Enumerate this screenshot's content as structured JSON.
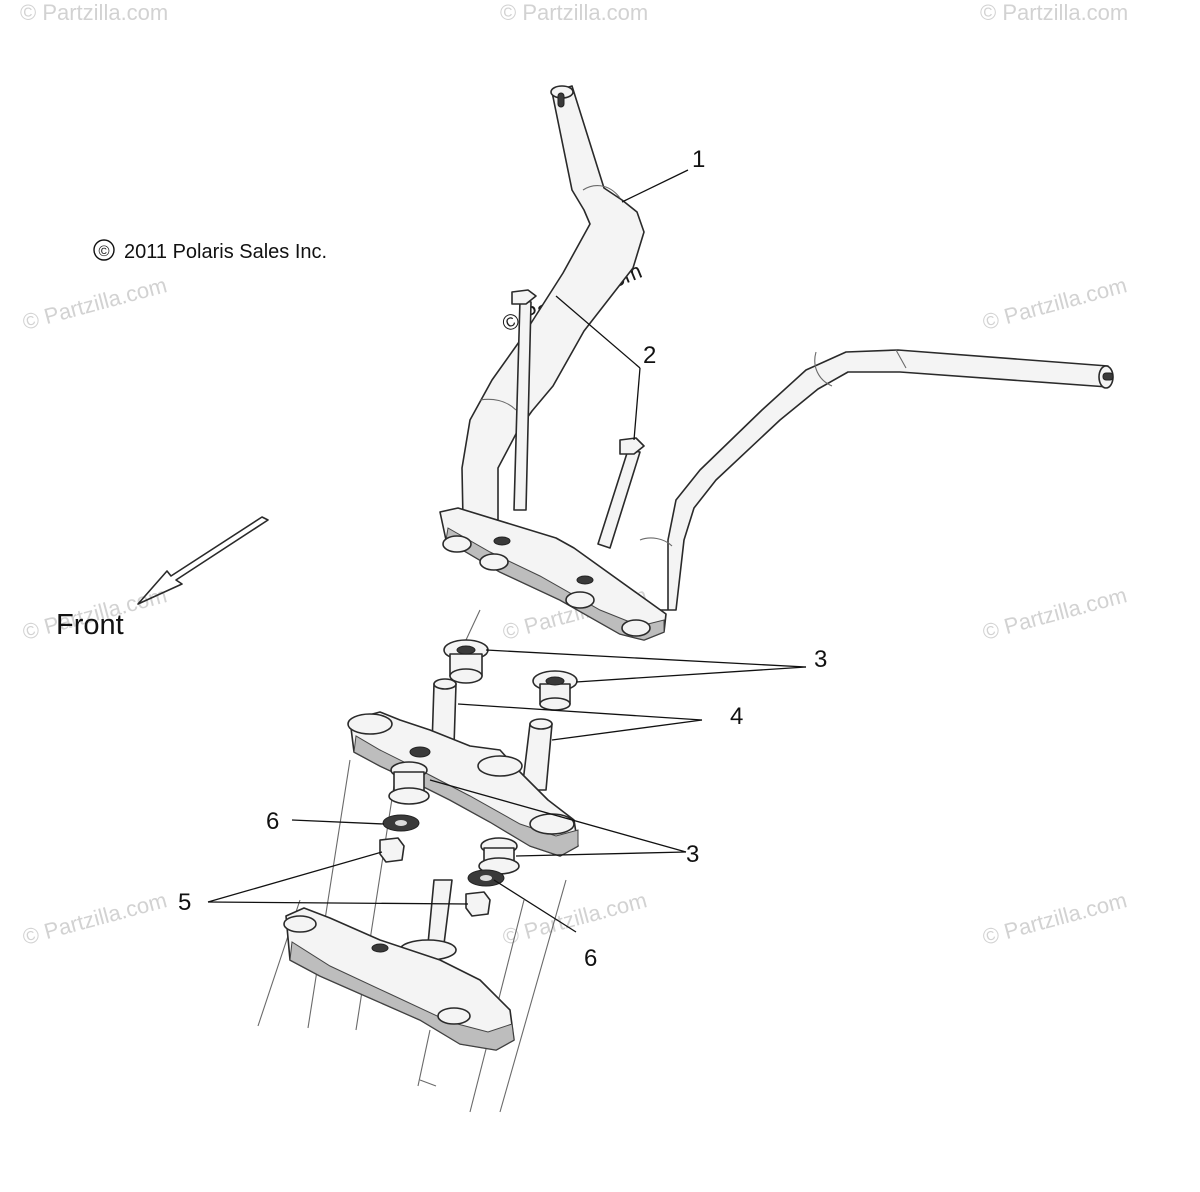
{
  "copyright": "2011 Polaris Sales Inc.",
  "copyright_symbol": "©",
  "direction_label": "Front",
  "watermark_text": "© Partzilla.com",
  "watermark_center_text": "© Partzilla.com",
  "callouts": {
    "c1": "1",
    "c2": "2",
    "c3a": "3",
    "c4": "4",
    "c3b": "3",
    "c6a": "6",
    "c5": "5",
    "c6b": "6"
  },
  "colors": {
    "line": "#2a2a2a",
    "watermark": "#d2d2d2",
    "background": "#ffffff"
  }
}
